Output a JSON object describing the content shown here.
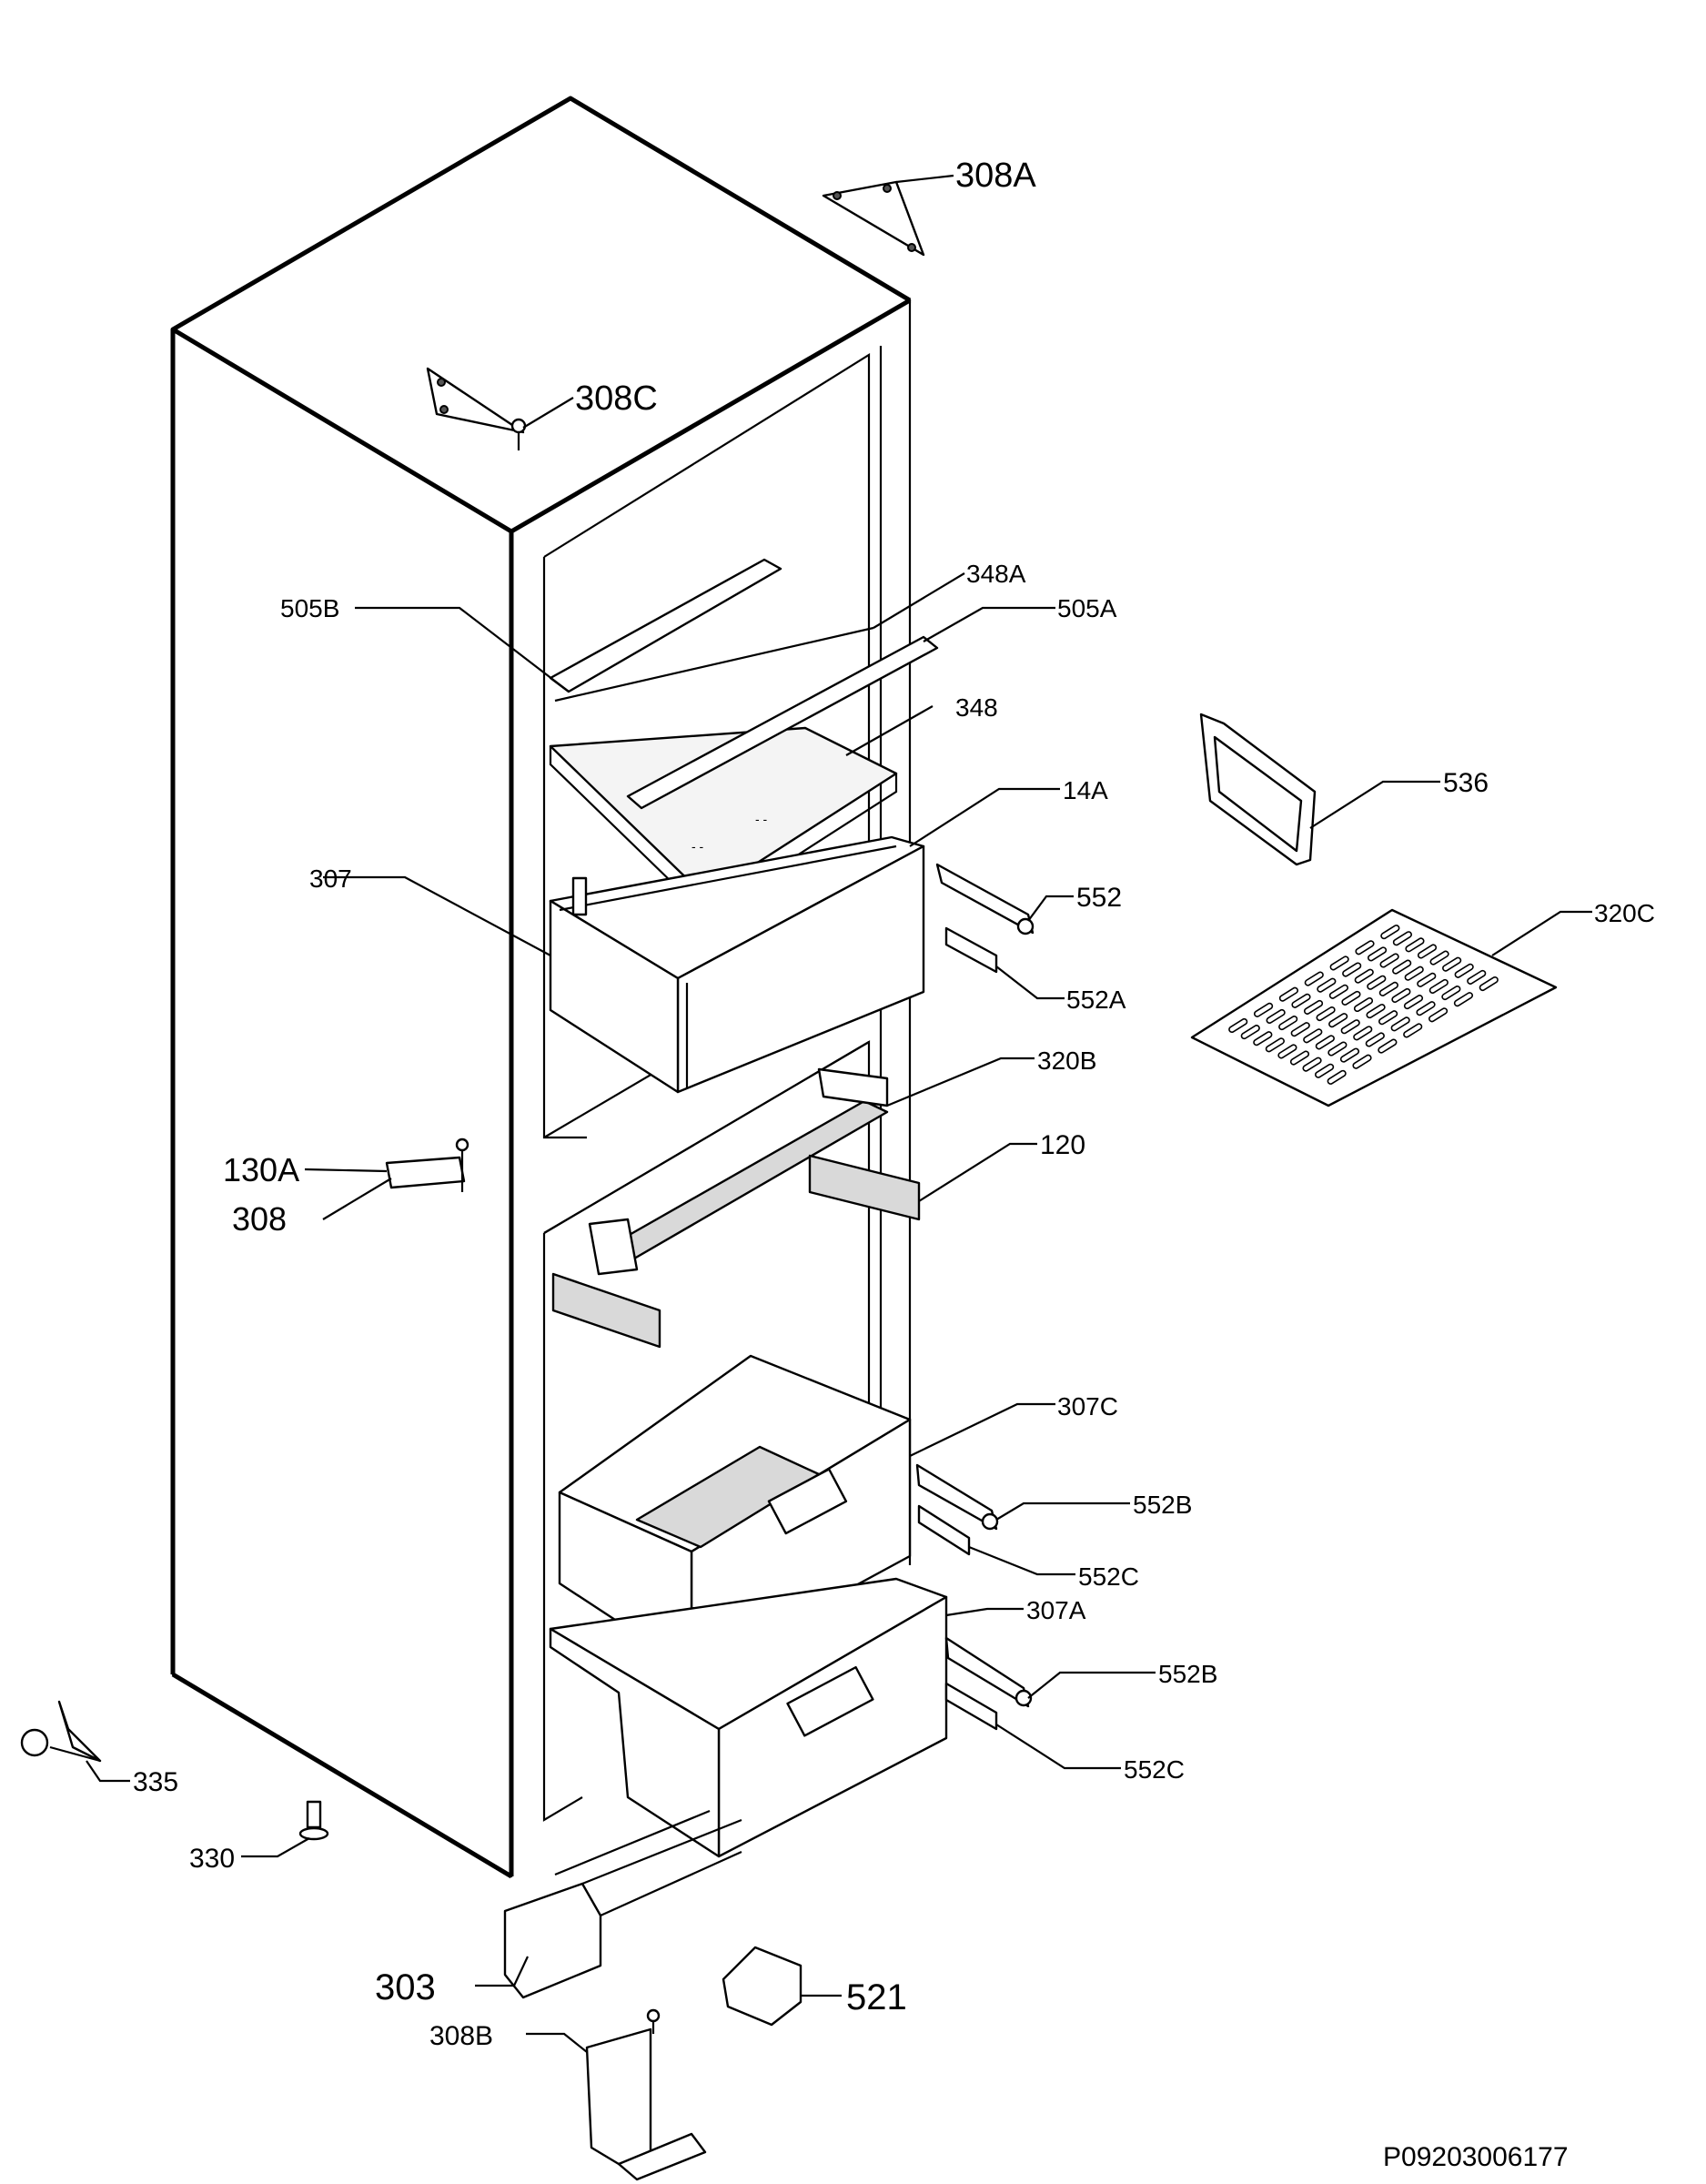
{
  "labels": {
    "l308A": "308A",
    "l308C": "308C",
    "l348A": "348A",
    "l505B": "505B",
    "l505A": "505A",
    "l348": "348",
    "l14A": "14A",
    "l536": "536",
    "l307": "307",
    "l552": "552",
    "l320C": "320C",
    "l552A": "552A",
    "l320B": "320B",
    "l120": "120",
    "l130A": "130A",
    "l308": "308",
    "l307C": "307C",
    "l552B1": "552B",
    "l552C1": "552C",
    "l307A": "307A",
    "l552B2": "552B",
    "l552C2": "552C",
    "l335": "335",
    "l330": "330",
    "l303": "303",
    "l521": "521",
    "l308B": "308B"
  },
  "drawing_code": "P09203006177"
}
